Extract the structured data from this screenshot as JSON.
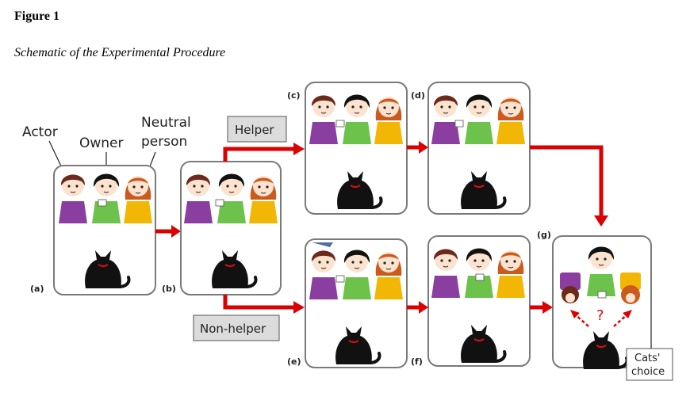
{
  "figure": {
    "label": "Figure 1",
    "caption": "Schematic of the Experimental Procedure"
  },
  "roles": {
    "actor": "Actor",
    "owner": "Owner",
    "neutral_line1": "Neutral",
    "neutral_line2": "person"
  },
  "conditions": {
    "helper": "Helper",
    "non_helper": "Non-helper"
  },
  "panels": {
    "a": "(a)",
    "b": "(b)",
    "c": "(c)",
    "d": "(d)",
    "e": "(e)",
    "f": "(f)",
    "g": "(g)"
  },
  "choice": {
    "question_mark": "?",
    "line1": "Cats'",
    "line2": "choice"
  },
  "colors": {
    "arrow": "#dd0000",
    "panel_border": "#7a7a7a",
    "actor_shirt": "#8a3fa0",
    "owner_shirt": "#6cc24a",
    "neutral_shirt": "#f2b705",
    "actor_hair": "#6b2a1a",
    "owner_hair": "#111111",
    "neutral_hair": "#cc5a1c",
    "skin": "#fbe3cf",
    "cat": "#111111",
    "collar": "#cc1111",
    "label_box": "#dcdcdc"
  }
}
